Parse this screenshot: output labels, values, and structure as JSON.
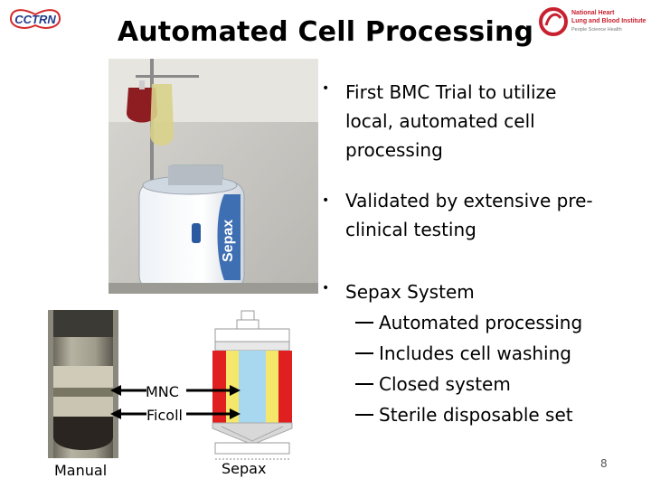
{
  "header": {
    "title": "Automated Cell Processing",
    "cctrn_logo_text": "CCTRN",
    "nhlbi_logo_lines": [
      "National Heart",
      "Lung and Blood Institute",
      "People Science Health"
    ]
  },
  "bullets": [
    {
      "lines": [
        "First BMC Trial to utilize",
        "local, automated cell",
        "processing"
      ]
    },
    {
      "lines": [
        "Validated by extensive pre-",
        "clinical testing"
      ]
    },
    {
      "lines": [
        "Sepax System"
      ],
      "sub_items": [
        "Automated processing",
        "Includes cell washing",
        "Closed system",
        "Sterile disposable set"
      ]
    }
  ],
  "figure": {
    "label_mnc": "MNC",
    "label_ficoll": "Ficoll",
    "caption_manual": "Manual",
    "caption_sepax": "Sepax",
    "device_brand": "Sepax"
  },
  "footer": {
    "slide_number": "8"
  },
  "colors": {
    "cctrn_blue": "#1f3a8a",
    "cctrn_red": "#d42a2a",
    "nhlbi_red": "#c8202f",
    "sepax_red": "#e02020",
    "sepax_yellow": "#f4e76a",
    "sepax_blue": "#a8d8ef"
  }
}
